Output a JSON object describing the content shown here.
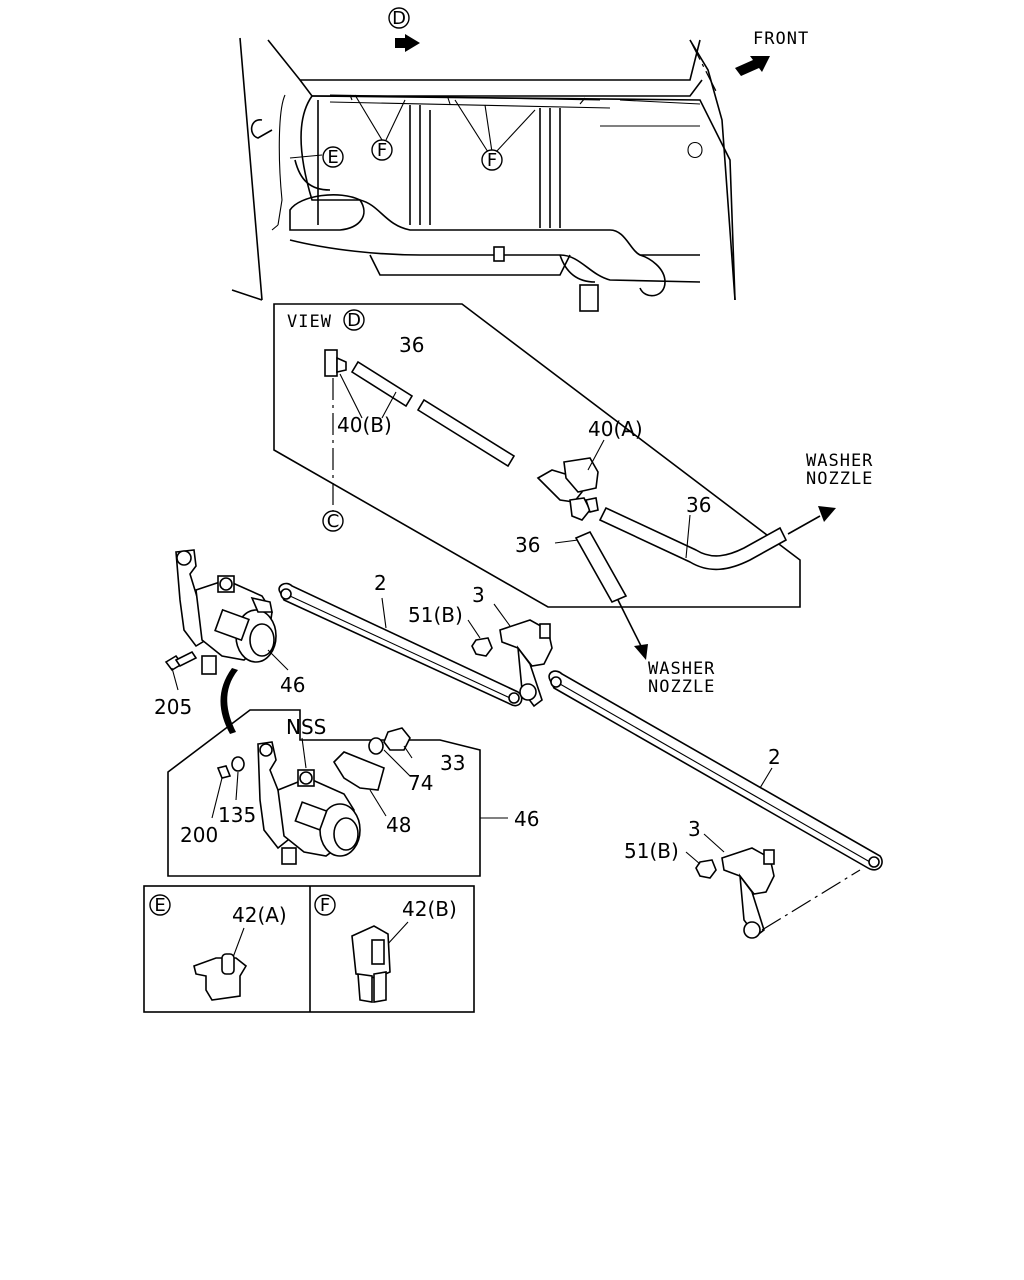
{
  "orientation": {
    "front": "FRONT"
  },
  "view_callouts": {
    "d": "D",
    "e": "E",
    "f": "F",
    "c": "C"
  },
  "view_d": {
    "title": "VIEW"
  },
  "labels": {
    "hose_36": "36",
    "connector_40a": "40(A)",
    "connector_40b": "40(B)",
    "washer_nozzle_line1": "WASHER",
    "washer_nozzle_line2": "NOZZLE",
    "link_2": "2",
    "pivot_3": "3",
    "nut_51b": "51(B)",
    "motor_46": "46",
    "bolt_205": "205",
    "nss": "NSS",
    "nut_33": "33",
    "washer_74": "74",
    "bracket_48": "48",
    "washer_135": "135",
    "pin_200": "200",
    "clip_42a": "42(A)",
    "clip_42b": "42(B)"
  }
}
